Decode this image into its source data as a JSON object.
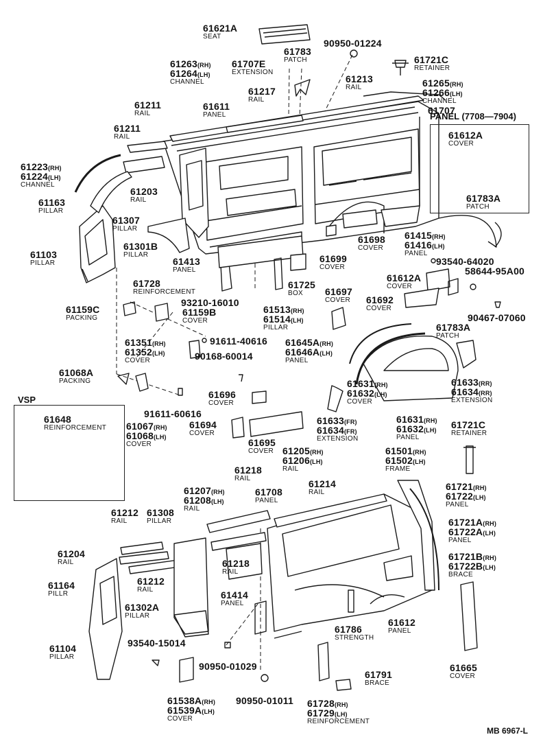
{
  "reference": "MB 6967-L",
  "panel_7708": "PANEL (7708—7904)",
  "vsp_title": "VSP",
  "labels": {
    "l61621a": {
      "lines": [
        "61621A"
      ],
      "name": "SEAT"
    },
    "l61783_top": {
      "lines": [
        "61783"
      ],
      "name": "PATCH"
    },
    "l90950_01224": {
      "lines": [
        "90950-01224"
      ],
      "name": ""
    },
    "l61721c_top": {
      "lines": [
        "61721C"
      ],
      "name": "RETAINER"
    },
    "l61263": {
      "lines": [
        "61263(RH)",
        "61264(LH)"
      ],
      "name": "CHANNEL"
    },
    "l61707e": {
      "lines": [
        "61707E"
      ],
      "name": "EXTENSION"
    },
    "l61213": {
      "lines": [
        "61213"
      ],
      "name": "RAIL"
    },
    "l61265": {
      "lines": [
        "61265(RH)",
        "61266(LH)"
      ],
      "name": "CHANNEL"
    },
    "l61217": {
      "lines": [
        "61217"
      ],
      "name": "RAIL"
    },
    "l61211a": {
      "lines": [
        "61211"
      ],
      "name": "RAIL"
    },
    "l61611": {
      "lines": [
        "61611"
      ],
      "name": "PANEL"
    },
    "l61707": {
      "lines": [
        "61707"
      ],
      "name": ""
    },
    "l61211b": {
      "lines": [
        "61211"
      ],
      "name": "RAIL"
    },
    "l61612a_in": {
      "lines": [
        "61612A"
      ],
      "name": "COVER"
    },
    "l61223": {
      "lines": [
        "61223(RH)",
        "61224(LH)"
      ],
      "name": "CHANNEL"
    },
    "l61203": {
      "lines": [
        "61203"
      ],
      "name": "RAIL"
    },
    "l61783a_in": {
      "lines": [
        "61783A"
      ],
      "name": "PATCH"
    },
    "l61163": {
      "lines": [
        "61163"
      ],
      "name": "PILLAR"
    },
    "l61307": {
      "lines": [
        "61307"
      ],
      "name": "PILLAR"
    },
    "l61698": {
      "lines": [
        "61698"
      ],
      "name": "COVER"
    },
    "l61415": {
      "lines": [
        "61415(RH)",
        "61416(LH)"
      ],
      "name": "PANEL"
    },
    "l61103": {
      "lines": [
        "61103"
      ],
      "name": "PILLAR"
    },
    "l61301b": {
      "lines": [
        "61301B"
      ],
      "name": "PILLAR"
    },
    "l61413": {
      "lines": [
        "61413"
      ],
      "name": "PANEL"
    },
    "l61699": {
      "lines": [
        "61699"
      ],
      "name": "COVER"
    },
    "l93540_64020": {
      "lines": [
        "93540-64020"
      ],
      "name": ""
    },
    "l58644": {
      "lines": [
        "58644-95A00"
      ],
      "name": ""
    },
    "l61612a_mid": {
      "lines": [
        "61612A"
      ],
      "name": "COVER"
    },
    "l61728": {
      "lines": [
        "61728"
      ],
      "name": "REINFORCEMENT"
    },
    "l61725": {
      "lines": [
        "61725"
      ],
      "name": "BOX"
    },
    "l61697": {
      "lines": [
        "61697"
      ],
      "name": "COVER"
    },
    "l61692": {
      "lines": [
        "61692"
      ],
      "name": "COVER"
    },
    "l93210": {
      "lines": [
        "93210-16010"
      ],
      "name": ""
    },
    "l61513": {
      "lines": [
        "61513(RH)",
        "61514(LH)"
      ],
      "name": "PILLAR"
    },
    "l90467": {
      "lines": [
        "90467-07060"
      ],
      "name": ""
    },
    "l61783a_mid": {
      "lines": [
        "61783A"
      ],
      "name": "PATCH"
    },
    "l61159c": {
      "lines": [
        "61159C"
      ],
      "name": "PACKING"
    },
    "l61159b": {
      "lines": [
        "61159B"
      ],
      "name": "COVER"
    },
    "l61351": {
      "lines": [
        "61351(RH)",
        "61352(LH)"
      ],
      "name": "COVER"
    },
    "l91611_40616": {
      "lines": [
        "91611-40616"
      ],
      "name": ""
    },
    "l61645a": {
      "lines": [
        "61645A(RH)",
        "61646A(LH)"
      ],
      "name": "PANEL"
    },
    "l90168": {
      "lines": [
        "90168-60014"
      ],
      "name": ""
    },
    "l61068a": {
      "lines": [
        "61068A"
      ],
      "name": "PACKING"
    },
    "l61631a": {
      "lines": [
        "61631(RH)",
        "61632(LH)"
      ],
      "name": "COVER"
    },
    "l61633rr": {
      "lines": [
        "61633(RR)",
        "61634(RR)"
      ],
      "name": "EXTENSION"
    },
    "l61696": {
      "lines": [
        "61696"
      ],
      "name": "COVER"
    },
    "l91611_60616": {
      "lines": [
        "91611-60616"
      ],
      "name": ""
    },
    "l61648": {
      "lines": [
        "61648"
      ],
      "name": "REINFORCEMENT"
    },
    "l61067": {
      "lines": [
        "61067(RH)",
        "61068(LH)"
      ],
      "name": "COVER"
    },
    "l61694": {
      "lines": [
        "61694"
      ],
      "name": "COVER"
    },
    "l61695": {
      "lines": [
        "61695"
      ],
      "name": "COVER"
    },
    "l61633fr": {
      "lines": [
        "61633(FR)",
        "61634(FR)"
      ],
      "name": "EXTENSION"
    },
    "l61631b": {
      "lines": [
        "61631(RH)",
        "61632(LH)"
      ],
      "name": "PANEL"
    },
    "l61721c_mid": {
      "lines": [
        "61721C"
      ],
      "name": "RETAINER"
    },
    "l61205": {
      "lines": [
        "61205(RH)",
        "61206(LH)"
      ],
      "name": "RAIL"
    },
    "l61501": {
      "lines": [
        "61501(RH)",
        "61502(LH)"
      ],
      "name": "FRAME"
    },
    "l61218a": {
      "lines": [
        "61218"
      ],
      "name": "RAIL"
    },
    "l61214": {
      "lines": [
        "61214"
      ],
      "name": "RAIL"
    },
    "l61207": {
      "lines": [
        "61207(RH)",
        "61208(LH)"
      ],
      "name": "RAIL"
    },
    "l61708": {
      "lines": [
        "61708"
      ],
      "name": "PANEL"
    },
    "l61721": {
      "lines": [
        "61721(RH)",
        "61722(LH)"
      ],
      "name": "PANEL"
    },
    "l61212a": {
      "lines": [
        "61212"
      ],
      "name": "RAIL"
    },
    "l61308": {
      "lines": [
        "61308"
      ],
      "name": "PILLAR"
    },
    "l61721a": {
      "lines": [
        "61721A(RH)",
        "61722A(LH)"
      ],
      "name": "PANEL"
    },
    "l61204": {
      "lines": [
        "61204"
      ],
      "name": "RAIL"
    },
    "l61218b": {
      "lines": [
        "61218"
      ],
      "name": "RAIL"
    },
    "l61721b": {
      "lines": [
        "61721B(RH)",
        "61722B(LH)"
      ],
      "name": "BRACE"
    },
    "l61164": {
      "lines": [
        "61164"
      ],
      "name": "PILLR"
    },
    "l61212b": {
      "lines": [
        "61212"
      ],
      "name": "RAIL"
    },
    "l61414": {
      "lines": [
        "61414"
      ],
      "name": "PANEL"
    },
    "l61302a": {
      "lines": [
        "61302A"
      ],
      "name": "PILLAR"
    },
    "l61612": {
      "lines": [
        "61612"
      ],
      "name": "PANEL"
    },
    "l61786": {
      "lines": [
        "61786"
      ],
      "name": "STRENGTH"
    },
    "l93540_15014": {
      "lines": [
        "93540-15014"
      ],
      "name": ""
    },
    "l61104": {
      "lines": [
        "61104"
      ],
      "name": "PILLAR"
    },
    "l90950_01029": {
      "lines": [
        "90950-01029"
      ],
      "name": ""
    },
    "l61791": {
      "lines": [
        "61791"
      ],
      "name": "BRACE"
    },
    "l61665": {
      "lines": [
        "61665"
      ],
      "name": "COVER"
    },
    "l61538a": {
      "lines": [
        "61538A(RH)",
        "61539A(LH)"
      ],
      "name": "COVER"
    },
    "l90950_01011": {
      "lines": [
        "90950-01011"
      ],
      "name": ""
    },
    "l61728b": {
      "lines": [
        "61728(RH)",
        "61729(LH)"
      ],
      "name": "REINFORCEMENT"
    }
  }
}
